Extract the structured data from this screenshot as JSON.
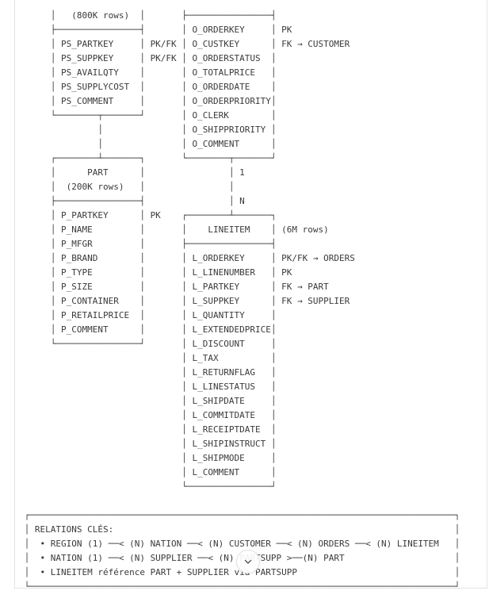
{
  "theme": {
    "background": "#ffffff",
    "text_color": "#3a3a3a",
    "frame_border_color": "#e4e4e4",
    "button_background": "rgba(255,255,255,0.92)",
    "button_border_color": "#e2e2e2",
    "icon_color": "#4d4d4d"
  },
  "diagram": {
    "lines": [
      "      │   (800K rows)  │       ├────────────────┤",
      "      ├────────────────┤       │ O_ORDERKEY     │ PK",
      "      │ PS_PARTKEY     │ PK/FK │ O_CUSTKEY      │ FK → CUSTOMER",
      "      │ PS_SUPPKEY     │ PK/FK │ O_ORDERSTATUS  │",
      "      │ PS_AVAILQTY    │       │ O_TOTALPRICE   │",
      "      │ PS_SUPPLYCOST  │       │ O_ORDERDATE    │",
      "      │ PS_COMMENT     │       │ O_ORDERPRIORITY│",
      "      └────────┬───────┘       │ O_CLERK        │",
      "               │               │ O_SHIPPRIORITY │",
      "               │               │ O_COMMENT      │",
      "      ┌────────┴───────┐       └────────┬───────┘",
      "      │      PART      │                │ 1",
      "      │  (200K rows)   │                │",
      "      ├────────────────┤                │ N",
      "      │ P_PARTKEY      │ PK    ┌────────┴───────┐",
      "      │ P_NAME         │       │    LINEITEM    │ (6M rows)",
      "      │ P_MFGR         │       ├────────────────┤",
      "      │ P_BRAND        │       │ L_ORDERKEY     │ PK/FK → ORDERS",
      "      │ P_TYPE         │       │ L_LINENUMBER   │ PK",
      "      │ P_SIZE         │       │ L_PARTKEY      │ FK → PART",
      "      │ P_CONTAINER    │       │ L_SUPPKEY      │ FK → SUPPLIER",
      "      │ P_RETAILPRICE  │       │ L_QUANTITY     │",
      "      │ P_COMMENT      │       │ L_EXTENDEDPRICE│",
      "      └────────────────┘       │ L_DISCOUNT     │",
      "                               │ L_TAX          │",
      "                               │ L_RETURNFLAG   │",
      "                               │ L_LINESTATUS   │",
      "                               │ L_SHIPDATE     │",
      "                               │ L_COMMITDATE   │",
      "                               │ L_RECEIPTDATE  │",
      "                               │ L_SHIPINSTRUCT │",
      "                               │ L_SHIPMODE     │",
      "                               │ L_COMMENT      │",
      "                               └────────────────┘",
      "",
      " ┌─────────────────────────────────────────────────────────────────────────────────┐",
      " │ RELATIONS CLÉS:                                                                 │",
      " │  • REGION (1) ──< (N) NATION ──< (N) CUSTOMER ──< (N) ORDERS ──< (N) LINEITEM   │",
      " │  • NATION (1) ──< (N) SUPPLIER ──< (N) PARTSUPP >──(N) PART                     │",
      " │  • LINEITEM référence PART + SUPPLIER via PARTSUPP                              │",
      " └─────────────────────────────────────────────────────────────────────────────────┘"
    ]
  },
  "scroll_button": {
    "icon": "chevron-down"
  }
}
